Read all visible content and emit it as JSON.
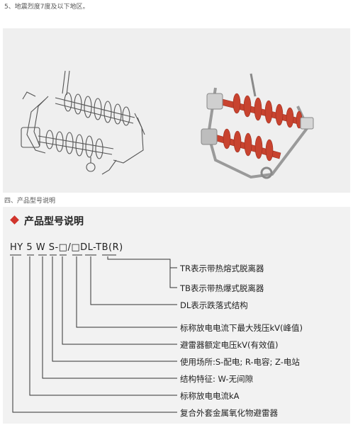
{
  "intro_item": "5、地震烈度7度及以下地区。",
  "section_caption": "四、产品型号说明",
  "panel": {
    "title": "产品型号说明",
    "model_code": "HY 5 W S-□/□DL-TB(R)",
    "explanations": [
      "TR表示带热熔式脱离器",
      "TB表示带热爆式脱离器",
      "DL表示跌落式结构",
      "标称放电电流下最大残压kV(峰值)",
      "避雷器额定电压kV(有效值)",
      "使用场所:S-配电; R-电容; Z-电站",
      "结构特征: W-无间隙",
      "标称放电电流kA",
      "复合外套金属氧化物避雷器"
    ]
  },
  "colors": {
    "accent_diamond": "#d0342c",
    "insulator_red": "#c8432f",
    "panel_bg": "#f2f2f2"
  }
}
